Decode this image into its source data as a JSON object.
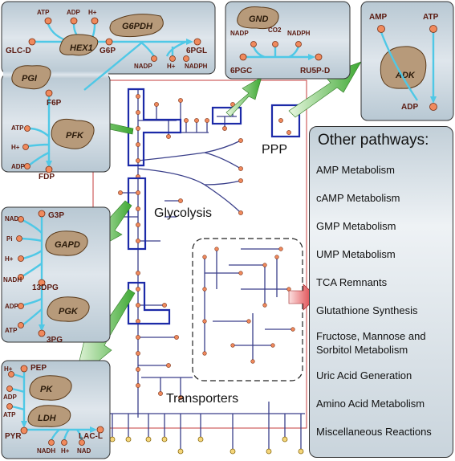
{
  "panels": {
    "hex": {
      "metabolites": [
        "ATP",
        "ADP",
        "H+",
        "GLC-D",
        "G6P",
        "6PGL",
        "NADP",
        "H+",
        "NADPH",
        "F6P"
      ],
      "enzymes": [
        "HEX1",
        "G6PDH",
        "PGI"
      ]
    },
    "pfk": {
      "metabolites": [
        "ATP",
        "H+",
        "ADP",
        "FDP"
      ],
      "enzymes": [
        "PFK"
      ]
    },
    "gnd": {
      "metabolites": [
        "NADP",
        "CO2",
        "NADPH",
        "6PGC",
        "RU5P-D"
      ],
      "enzymes": [
        "GND"
      ]
    },
    "adk": {
      "metabolites": [
        "AMP",
        "ATP",
        "ADP"
      ],
      "enzymes": [
        "ADK"
      ]
    },
    "gapd": {
      "metabolites": [
        "NAD",
        "G3P",
        "Pi",
        "H+",
        "NADH",
        "13DPG",
        "ADP",
        "3PG",
        "ATP"
      ],
      "enzymes": [
        "GAPD",
        "PGK"
      ]
    },
    "pk": {
      "metabolites": [
        "H+",
        "PEP",
        "ADP",
        "ATP",
        "PYR",
        "LAC-L",
        "NADH",
        "H+",
        "NAD"
      ],
      "enzymes": [
        "PK",
        "LDH"
      ]
    }
  },
  "network_labels": {
    "ppp": "PPP",
    "glycolysis": "Glycolysis",
    "transporters": "Transporters"
  },
  "pathways": {
    "title": "Other pathways:",
    "items": [
      "AMP Metabolism",
      "cAMP Metabolism",
      "GMP Metabolism",
      "UMP Metabolism",
      "TCA Remnants",
      "Glutathione Synthesis",
      "Fructose, Mannose and Sorbitol Metabolism",
      "Uric Acid Generation",
      "Amino Acid Metabolism",
      "Miscellaneous Reactions"
    ]
  },
  "colors": {
    "panel": "#c5d3dc",
    "edge": "#4fc8e6",
    "node": "#f08a5d",
    "enzyme": "#b79a7a",
    "arrow_green": "#4caf3a",
    "arrow_red": "#d9262c",
    "selection": "#1c2aa8"
  }
}
